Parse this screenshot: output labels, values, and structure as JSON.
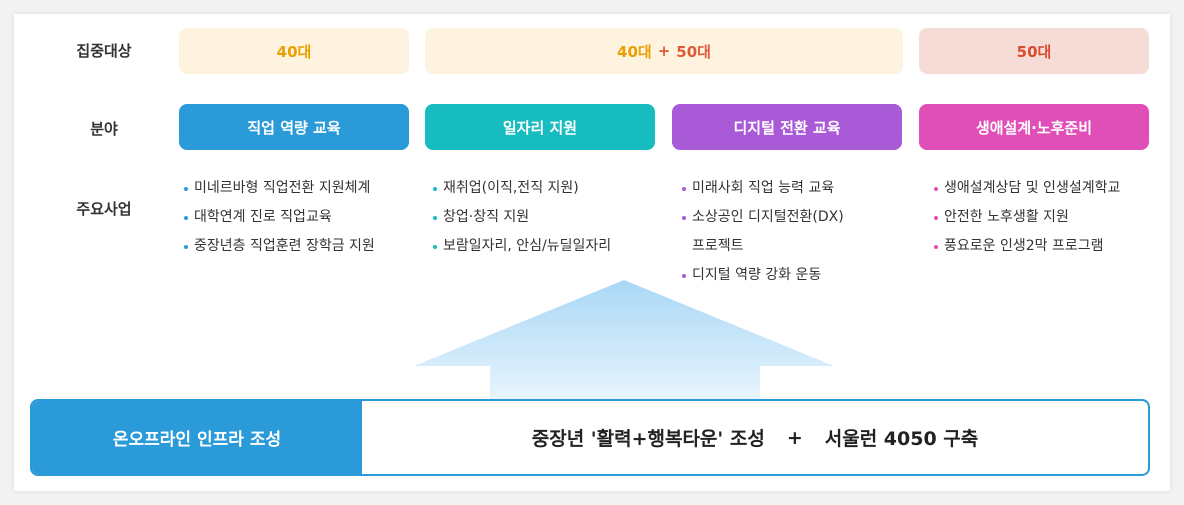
{
  "rows": {
    "target": "집중대상",
    "field": "분야",
    "projects": "주요사업"
  },
  "targets": {
    "a": "40대",
    "b_left": "40대",
    "b_plus": "+",
    "b_right": "50대",
    "c": "50대"
  },
  "fields": [
    "직업 역량 교육",
    "일자리 지원",
    "디지털 전환 교육",
    "생애설계·노후준비"
  ],
  "projects": {
    "col1": [
      "미네르바형 직업전환 지원체계",
      "대학연계 진로 직업교육",
      "중장년층 직업훈련 장학금 지원"
    ],
    "col2": [
      "재취업(이직,전직 지원)",
      "창업·창직 지원",
      "보람일자리, 안심/뉴딜일자리"
    ],
    "col3": [
      "미래사회 직업 능력 교육",
      "소상공인 디지털전환(DX)",
      "프로젝트",
      "디지털 역량 강화 운동"
    ],
    "col4": [
      "생애설계상담 및 인생설계학교",
      "안전한 노후생활 지원",
      "풍요로운 인생2막 프로그램"
    ]
  },
  "bottom": {
    "label": "온오프라인 인프라 조성",
    "goal_left": "중장년 '활력+행복타운' 조성",
    "operator": "+",
    "goal_right": "서울런 4050 구축"
  },
  "colors": {
    "blue": "#2a9ad8",
    "teal": "#17bcc0",
    "purple": "#a95ad6",
    "pink": "#e04fb7"
  }
}
